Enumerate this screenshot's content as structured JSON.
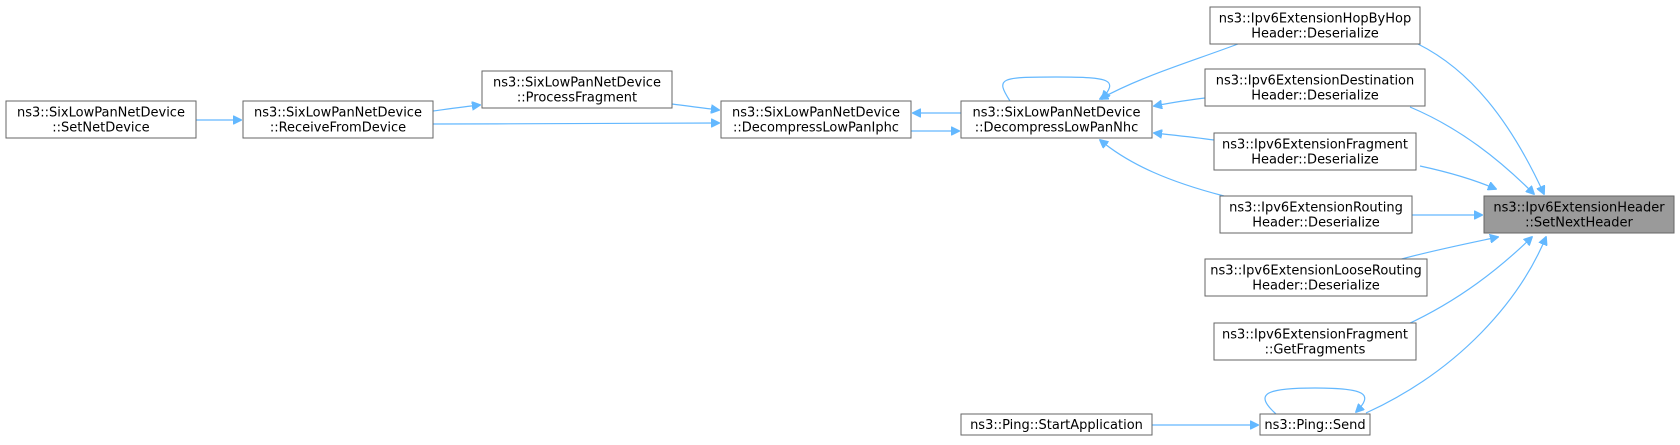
{
  "diagram": {
    "edge_color": "#63b8ff",
    "focus_fill": "#9a9a9a",
    "nodes": [
      {
        "id": "setnetdevice",
        "lines": [
          "ns3::SixLowPanNetDevice",
          "::SetNetDevice"
        ]
      },
      {
        "id": "receivefromdevice",
        "lines": [
          "ns3::SixLowPanNetDevice",
          "::ReceiveFromDevice"
        ]
      },
      {
        "id": "processfragment",
        "lines": [
          "ns3::SixLowPanNetDevice",
          "::ProcessFragment"
        ]
      },
      {
        "id": "decompressiphc",
        "lines": [
          "ns3::SixLowPanNetDevice",
          "::DecompressLowPanIphc"
        ]
      },
      {
        "id": "decompressnhc",
        "lines": [
          "ns3::SixLowPanNetDevice",
          "::DecompressLowPanNhc"
        ]
      },
      {
        "id": "hopbyhop",
        "lines": [
          "ns3::Ipv6ExtensionHopByHop",
          "Header::Deserialize"
        ]
      },
      {
        "id": "destination",
        "lines": [
          "ns3::Ipv6ExtensionDestination",
          "Header::Deserialize"
        ]
      },
      {
        "id": "fragmentheader",
        "lines": [
          "ns3::Ipv6ExtensionFragment",
          "Header::Deserialize"
        ]
      },
      {
        "id": "routing",
        "lines": [
          "ns3::Ipv6ExtensionRouting",
          "Header::Deserialize"
        ]
      },
      {
        "id": "looserouting",
        "lines": [
          "ns3::Ipv6ExtensionLooseRouting",
          "Header::Deserialize"
        ]
      },
      {
        "id": "getfragments",
        "lines": [
          "ns3::Ipv6ExtensionFragment",
          "::GetFragments"
        ]
      },
      {
        "id": "pingsend",
        "lines": [
          "ns3::Ping::Send"
        ]
      },
      {
        "id": "startapplication",
        "lines": [
          "ns3::Ping::StartApplication"
        ]
      },
      {
        "id": "setnextheader",
        "lines": [
          "ns3::Ipv6ExtensionHeader",
          "::SetNextHeader"
        ],
        "focus": true
      }
    ],
    "edges": [
      {
        "from": "setnetdevice",
        "to": "receivefromdevice"
      },
      {
        "from": "receivefromdevice",
        "to": "processfragment"
      },
      {
        "from": "receivefromdevice",
        "to": "decompressiphc"
      },
      {
        "from": "processfragment",
        "to": "decompressiphc"
      },
      {
        "from": "decompressiphc",
        "to": "decompressnhc"
      },
      {
        "from": "decompressnhc",
        "to": "decompressiphc"
      },
      {
        "from": "decompressnhc",
        "to": "decompressnhc"
      },
      {
        "from": "hopbyhop",
        "to": "decompressnhc"
      },
      {
        "from": "destination",
        "to": "decompressnhc"
      },
      {
        "from": "fragmentheader",
        "to": "decompressnhc"
      },
      {
        "from": "routing",
        "to": "decompressnhc"
      },
      {
        "from": "hopbyhop",
        "to": "setnextheader"
      },
      {
        "from": "destination",
        "to": "setnextheader"
      },
      {
        "from": "fragmentheader",
        "to": "setnextheader"
      },
      {
        "from": "routing",
        "to": "setnextheader"
      },
      {
        "from": "looserouting",
        "to": "setnextheader"
      },
      {
        "from": "getfragments",
        "to": "setnextheader"
      },
      {
        "from": "pingsend",
        "to": "setnextheader"
      },
      {
        "from": "startapplication",
        "to": "pingsend"
      },
      {
        "from": "pingsend",
        "to": "pingsend"
      }
    ]
  }
}
